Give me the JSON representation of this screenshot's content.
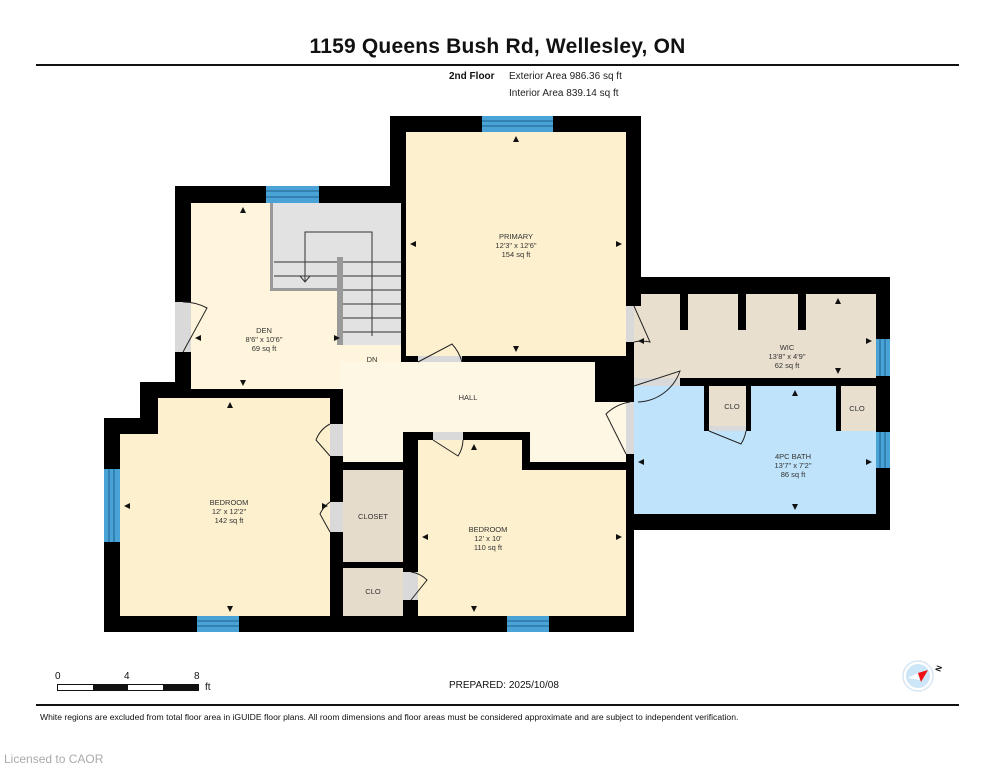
{
  "header": {
    "title": "1159 Queens Bush Rd, Wellesley, ON",
    "floor_name": "2nd Floor",
    "exterior_area": "Exterior Area 986.36 sq ft",
    "interior_area": "Interior Area 839.14 sq ft"
  },
  "rooms": [
    {
      "name": "PRIMARY",
      "dims": "12'3\" x 12'6\"",
      "area": "154 sq ft"
    },
    {
      "name": "DEN",
      "dims": "8'6\" x 10'6\"",
      "area": "69 sq ft"
    },
    {
      "name": "WIC",
      "dims": "13'8\" x 4'9\"",
      "area": "62 sq ft"
    },
    {
      "name": "4PC BATH",
      "dims": "13'7\" x 7'2\"",
      "area": "86 sq ft"
    },
    {
      "name": "BEDROOM",
      "dims": "12' x 12'2\"",
      "area": "142 sq ft"
    },
    {
      "name": "BEDROOM",
      "dims": "12' x 10'",
      "area": "110 sq ft"
    },
    {
      "name": "HALL"
    },
    {
      "name": "CLOSET"
    },
    {
      "name": "CLO"
    },
    {
      "name": "CLO"
    },
    {
      "name": "CLO"
    }
  ],
  "stairs": {
    "label": "DN"
  },
  "scale": {
    "ticks": [
      "0",
      "4",
      "8"
    ],
    "unit": "ft"
  },
  "prepared": "PREPARED: 2025/10/08",
  "compass": {
    "label": "N"
  },
  "disclaimer": "White regions are excluded from total floor area in iGUIDE floor plans. All room dimensions and floor areas must be considered approximate and are subject to independent verification.",
  "watermark": "Licensed to CAOR",
  "colors": {
    "wall": "#000000",
    "room_fill": "#fdf0cf",
    "hall_fill": "#fef7e3",
    "closet_fill": "#e9dfcf",
    "bath_fill": "#bfe3fb",
    "window": "#4aa3d6",
    "stair_fill": "#e2e2e2",
    "door_opening": "#d9d9d9"
  }
}
